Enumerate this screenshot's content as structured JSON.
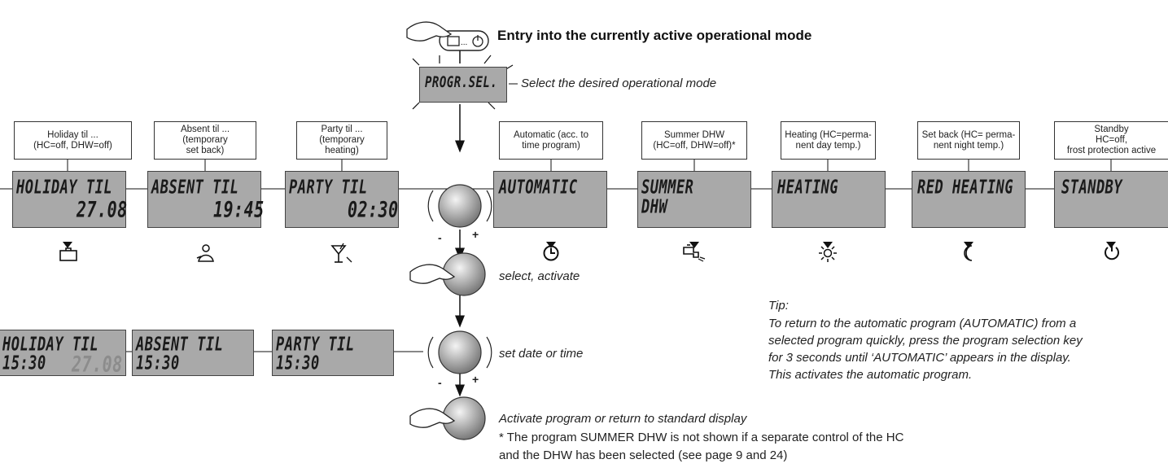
{
  "header": {
    "entry_text": "Entry into the currently active operational mode"
  },
  "prog_sel": {
    "lcd": "PROGR.SEL.",
    "caption": "Select the desired operational mode"
  },
  "modes": [
    {
      "lines": [
        "Holiday til ...",
        "(HC=off, DHW=off)"
      ],
      "lcd1": "HOLIDAY TIL",
      "lcd2": "27.08",
      "icon": "suitcase-icon"
    },
    {
      "lines": [
        "Absent til ...",
        "(temporary",
        "set back)"
      ],
      "lcd1": "ABSENT TIL",
      "lcd2": "19:45",
      "icon": "person-away-icon"
    },
    {
      "lines": [
        "Party til ...",
        "(temporary",
        "heating)"
      ],
      "lcd1": "PARTY TIL",
      "lcd2": "02:30",
      "icon": "cocktail-glass-icon"
    },
    {
      "lines": [
        "Automatic (acc. to",
        "time program)"
      ],
      "lcd1": "AUTOMATIC",
      "lcd2": "",
      "icon": "clock-icon"
    },
    {
      "lines": [
        "Summer DHW",
        "(HC=off, DHW=off)*"
      ],
      "lcd1": "SUMMER",
      "lcd2": "DHW",
      "icon": "tap-icon"
    },
    {
      "lines": [
        "Heating (HC=perma-",
        "nent day temp.)"
      ],
      "lcd1": "HEATING",
      "lcd2": "",
      "icon": "sun-icon"
    },
    {
      "lines": [
        "Set back (HC= perma-",
        "nent night temp.)"
      ],
      "lcd1": "RED HEATING",
      "lcd2": "",
      "icon": "moon-icon"
    },
    {
      "lines": [
        "Standby",
        "HC=off,",
        "frost protection active"
      ],
      "lcd1": "STANDBY",
      "lcd2": "",
      "icon": "power-icon"
    }
  ],
  "set_displays": [
    {
      "lcd1": "HOLIDAY TIL",
      "lcd2": "15:30",
      "lcd3": "27.08"
    },
    {
      "lcd1": "ABSENT TIL",
      "lcd2": "15:30",
      "lcd3": ""
    },
    {
      "lcd1": "PARTY TIL",
      "lcd2": "15:30",
      "lcd3": ""
    }
  ],
  "steps": {
    "select_activate": "select, activate",
    "set_date_time": "set date or time",
    "activate_program": "Activate program or return to standard display",
    "footnote_line1": "* The program SUMMER DHW is not shown if a separate control of the HC",
    "footnote_line2": "and the DHW has been selected (see page 9 and 24)"
  },
  "knob": {
    "minus": "-",
    "plus": "+"
  },
  "tip": {
    "title": "Tip:",
    "line1": "To return to the automatic program (AUTOMATIC) from a",
    "line2": "selected program quickly, press the program selection key",
    "line3": "for 3 seconds until ‘AUTOMATIC’ appears in the display.",
    "line4": "This activates the automatic program."
  },
  "colors": {
    "lcd_bg": "#a9a9a9",
    "lcd_text": "#1a1a1a",
    "line": "#222222"
  }
}
